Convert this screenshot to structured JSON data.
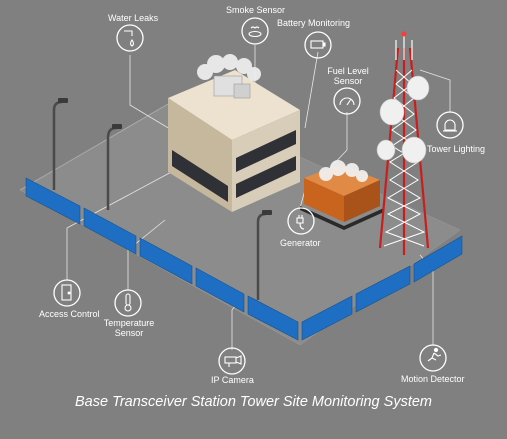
{
  "labels": {
    "water_leaks": "Water Leaks",
    "smoke_sensor": "Smoke Sensor",
    "battery_monitoring": "Battery Monitoring",
    "fuel_level_sensor": "Fuel Level Sensor",
    "tower_lighting": "Tower Lighting",
    "generator": "Generator",
    "access_control": "Access Control",
    "temperature_sensor": "Temperature Sensor",
    "ip_camera": "IP Camera",
    "motion_detector": "Motion Detector"
  },
  "caption": "Base Transceiver Station Tower Site Monitoring System",
  "colors": {
    "background": "#808080",
    "ground": "#8a8a8a",
    "fence_blue": "#1e6fc4",
    "building_wall": "#d8cdb8",
    "tower_red": "#c81e1e",
    "generator_orange": "#c8641e",
    "icon_line": "#ffffff"
  },
  "icons": [
    "water-drop-icon",
    "smoke-detector-icon",
    "battery-icon",
    "gauge-icon",
    "beacon-icon",
    "plug-icon",
    "door-icon",
    "thermometer-icon",
    "camera-icon",
    "running-person-icon"
  ]
}
